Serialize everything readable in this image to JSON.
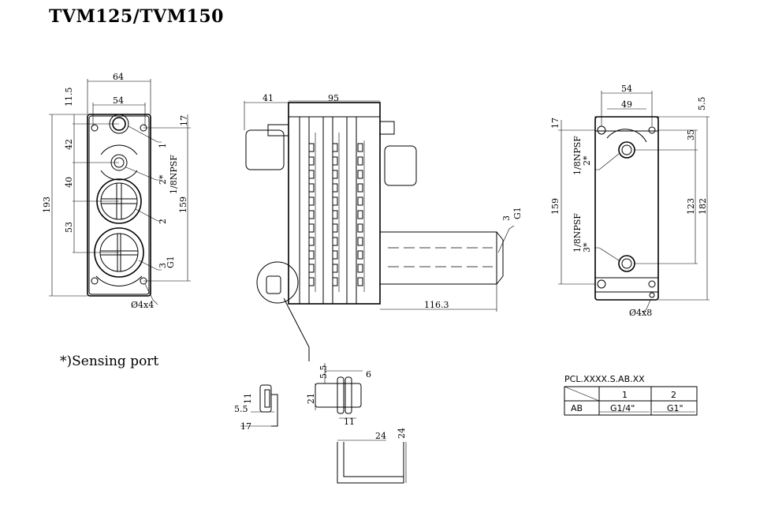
{
  "title": "TVM125/TVM150",
  "note": "*)Sensing port",
  "left_view": {
    "dims": {
      "top_outer": "64",
      "top_inner": "54",
      "left_a": "11.5",
      "left_b": "42",
      "left_c": "40",
      "left_d": "53",
      "overall": "193",
      "right_a": "17",
      "right_b": "159"
    },
    "ports": {
      "p1": "1",
      "p2s": "2*",
      "npsf": "1/8NPSF",
      "p2": "2",
      "p3": "3",
      "g1": "G1"
    },
    "holes": "Ø4x4"
  },
  "middle_view": {
    "dims": {
      "w41": "41",
      "w95": "95",
      "len": "116.3"
    },
    "ports": {
      "p3": "3",
      "g1": "G1"
    }
  },
  "right_view": {
    "dims": {
      "w54": "54",
      "w49": "49",
      "h55": "5.5",
      "h17": "17",
      "h35": "35",
      "h159": "159",
      "h123": "123",
      "h182": "182"
    },
    "ports": {
      "npsf_top": "1/8NPSF",
      "p2s": "2*",
      "npsf_bot": "1/8NPSF",
      "p3s": "3*"
    },
    "holes": "Ø4x8"
  },
  "detail": {
    "dims": {
      "d55a": "5.5",
      "d6": "6",
      "d11a": "11",
      "d55b": "5.5",
      "d21": "21",
      "d11b": "11",
      "d17": "17",
      "d24a": "24",
      "d24b": "24"
    }
  },
  "table": {
    "code": "PCL.XXXX.S.AB.XX",
    "headers": [
      "1",
      "2"
    ],
    "row_label": "AB",
    "values": [
      "G1/4\"",
      "G1\""
    ]
  }
}
